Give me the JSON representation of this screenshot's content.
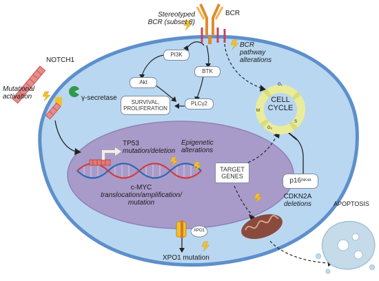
{
  "labels": {
    "bcr": "BCR",
    "stereotyped_bcr_line1": "Stereotyped",
    "stereotyped_bcr_line2": "BCR (subset 8)",
    "notch1": "NOTCH1",
    "mutational_activation_line1": "Mutational",
    "mutational_activation_line2": "activation",
    "gamma_secretase": "γ-secretase",
    "bcr_alterations_line1": "BCR",
    "bcr_alterations_line2": "pathway",
    "bcr_alterations_line3": "alterations",
    "pi3k": "PI3K",
    "akt": "Akt",
    "btk": "BTK",
    "plcy2": "PLCγ2",
    "survival_line1": "SURVIVAL,",
    "survival_line2": "PROLIFERATION",
    "cell_cycle_line1": "CELL",
    "cell_cycle_line2": "CYCLE",
    "phase_g1": "G₁",
    "phase_s": "S",
    "phase_g2": "G₂",
    "phase_m": "M",
    "tp53_line1": "TP53",
    "tp53_line2": "mutation/deletion",
    "epigenetic_line1": "Epigenetic",
    "epigenetic_line2": "alterations",
    "target_genes_line1": "TARGET",
    "target_genes_line2": "GENES",
    "cmyc_line1": "c-MYC",
    "cmyc_line2": "translocation/amplification/",
    "cmyc_line3": "mutation",
    "p16": "p16",
    "p16_sup": "INK4A",
    "cdkn2a_line1": "CDKN2A",
    "cdkn2a_line2": "deletions",
    "apoptosis": "APOPTOSIS",
    "xpo1_badge": "XPO1",
    "xpo1_mutation": "XPO1 mutation"
  },
  "colors": {
    "cell_fill": "#b9d7f1",
    "cell_border": "#5d8fcb",
    "nucleus_fill": "#a99bc9",
    "dna_red": "#d33a3a",
    "dna_blue": "#2f66b3",
    "lightning": "#f3c02d",
    "gamma_secretase": "#2f9a4a",
    "mitochondria": "#8a4b3c",
    "cycle_ring": "#e9ec9a"
  }
}
